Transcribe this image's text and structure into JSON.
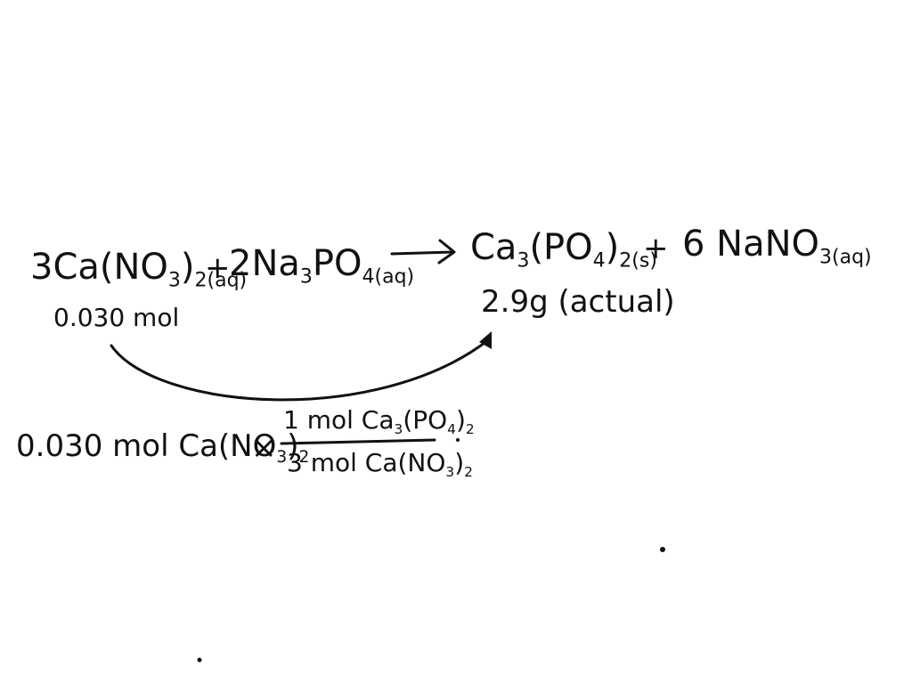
{
  "reaction": {
    "r1": {
      "coef": "3",
      "formula": "Ca(NO",
      "sub1": "3",
      "close": ")",
      "sub2": "2",
      "state": "(aq)"
    },
    "plus1": "+",
    "r2": {
      "coef": "2",
      "formula": "Na",
      "sub1": "3",
      "mid": "PO",
      "sub2": "4",
      "state": "(aq)"
    },
    "p1": {
      "formula": "Ca",
      "sub1": "3",
      "mid": "(PO",
      "sub2": "4",
      "close": ")",
      "sub3": "2",
      "state": "(s)"
    },
    "plus2": "+",
    "p2": {
      "coef": "6",
      "formula": "NaNO",
      "sub1": "3",
      "state": "(aq)"
    }
  },
  "annotations": {
    "moles": "0.030 mol",
    "mass_actual": "2.9g (actual)"
  },
  "calculation": {
    "lhs": {
      "amount": "0.030 mol",
      "formula": "Ca(NO",
      "sub1": "3",
      "close": ")",
      "sub2": "2"
    },
    "times": "×",
    "numerator": {
      "text": "1 mol Ca",
      "sub1": "3",
      "mid": "(PO",
      "sub2": "4",
      "close": ")",
      "sub3": "2"
    },
    "denominator": {
      "text": "3 mol Ca(NO",
      "sub1": "3",
      "close": ")",
      "sub2": "2"
    }
  }
}
